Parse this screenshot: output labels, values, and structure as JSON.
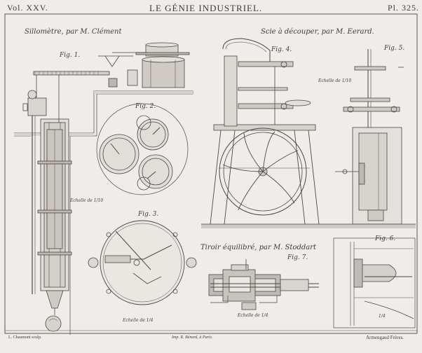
{
  "header": {
    "volume": "Vol. XXV.",
    "title": "LE GÉNIE INDUSTRIEL.",
    "plate": "Pl. 325."
  },
  "sections": {
    "clement": "Sillomètre, par M. Clément",
    "eerard": "Scie à découper, par M. Eerard.",
    "stoddart": "Tiroir équilibré, par M. Stoddart"
  },
  "figures": {
    "fig1": "Fig. 1.",
    "fig2": "Fig. 2.",
    "fig3": "Fig. 3.",
    "fig4": "Fig. 4.",
    "fig5": "Fig. 5.",
    "fig6": "Fig. 6.",
    "fig7": "Fig. 7."
  },
  "scales": {
    "s1": "Echelle de 1/10",
    "s2": "Echelle de 1/4",
    "s3": "Echelle de 1/10",
    "s4": "Echelle de 1/4",
    "s5": "1/4"
  },
  "footer": {
    "engraver": "L. Chaumont sculp.",
    "printer": "Imp. R. Bénard, à Paris.",
    "publisher": "Armengaud Frères."
  },
  "colors": {
    "paper": "#efedea",
    "ink": "#3e3b38"
  }
}
